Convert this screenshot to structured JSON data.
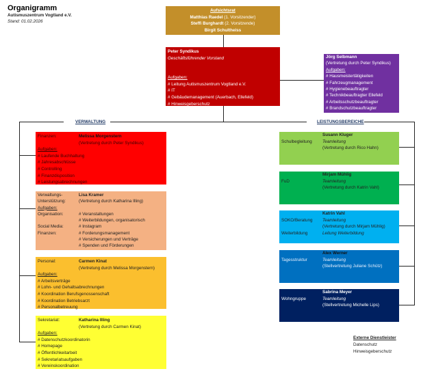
{
  "header": {
    "title": "Organigramm",
    "org": "Autismuszentrum Vogtland e.V.",
    "date": "Stand: 01.02.2026"
  },
  "colors": {
    "board": "#c38f2a",
    "ceo": "#c00000",
    "joerg": "#7030a0",
    "finance": "#ff0000",
    "admin": "#f4b183",
    "personnel": "#fbbf2e",
    "secretary": "#ffff33",
    "school": "#92d050",
    "fud": "#00b050",
    "soko": "#00b0f0",
    "tages": "#0070c0",
    "wohn": "#002060"
  },
  "board": {
    "heading": "Aufsichtsrat",
    "members": [
      {
        "name": "Matthias Raedel",
        "role": "(1. Vorsitzender)"
      },
      {
        "name": "Steffi Burghardt",
        "role": "(2. Vorsitzende)"
      },
      {
        "name": "Birgit Schultheiss",
        "role": ""
      }
    ]
  },
  "ceo": {
    "name": "Peter Syndikus",
    "role": "Geschäftsführender Vorstand",
    "tasks_label": "Aufgaben:",
    "tasks": [
      "# Leitung Autismuszentrum Vogtland e.V.",
      "# IT",
      "# Gebäudemanagement (Auerbach, Ellefeld)",
      "# Hinweisgeberschutz"
    ]
  },
  "joerg": {
    "name": "Jörg Selbmann",
    "deputy": "(Vertretung durch Peter Syndikus)",
    "tasks_label": "Aufgaben:",
    "tasks": [
      "# Hausmeistertätigkeiten",
      "# Fahrzeugmanagement",
      "# Hygienebeauftragter",
      "# Technikbeauftragter Ellefeld",
      "# Arbeitsschutzbeauftragter",
      "# Brandschutzbeauftragter"
    ]
  },
  "sections": {
    "left": "VERWALTUNG",
    "right": "LEISTUNGSBEREICHE"
  },
  "finance": {
    "label": "Finanzen:",
    "name": "Melissa Morgenstern",
    "deputy": "(Vertretung durch Peter Syndikus)",
    "tasks_label": "Aufgaben:",
    "tasks": [
      "# Laufende Buchhaltung",
      "# Jahresabschlüsse",
      "# Controlling",
      "# Finanzdisposition",
      "# Leistungsabrechnungen"
    ]
  },
  "admin": {
    "label1": "Verwaltungs-",
    "label2": "Unterstützung:",
    "name": "Lisa Kramer",
    "deputy": "(Vertretung durch Katharina Illing)",
    "tasks_label": "Aufgaben:",
    "groups": [
      {
        "label": "Organisation:",
        "tasks": [
          "# Veranstaltungen",
          "# Weiterbildungen, organisatorisch"
        ]
      },
      {
        "label": "Social Media:",
        "tasks": [
          "# Instagram"
        ]
      },
      {
        "label": "Finanzen:",
        "tasks": [
          "# Forderungsmanagement",
          "# Versicherungen und Verträge",
          "# Spenden und Förderungen"
        ]
      }
    ]
  },
  "personnel": {
    "label": "Personal:",
    "name": "Carmen Kinat",
    "deputy": "(Vertretung durch Melissa Morgenstern)",
    "tasks_label": "Aufgaben:",
    "tasks": [
      "# Arbeitsverträge",
      "# Lohn- und Gehaltsabrechnungen",
      "# Koordination Berufsgenossenschaft",
      "# Koordination Betriebsarzt",
      "# Personalbetreuung"
    ]
  },
  "secretary": {
    "label": "Sekretariat:",
    "name": "Katharina Illing",
    "deputy": "(Vertretung durch Carmen Kinat)",
    "tasks_label": "Aufgaben:",
    "tasks": [
      "# Datenschutzkoordinatorin",
      "# Homepage",
      "# Öffentlichkeitarbeit",
      "# Sekretariatsaufgaben",
      "# Vereinskoordination"
    ]
  },
  "services": [
    {
      "label": "Schulbegleitung",
      "name": "Susann Kluger",
      "role": "Teamleitung",
      "deputy": "(Vertretung durch Rico Hahn)"
    },
    {
      "label": "FuD",
      "name": "Mirjam Mühlig",
      "role": "Teamleitung",
      "deputy": "(Vertretung durch Katrin Vahl)"
    },
    {
      "label": "SOKO/Beratung",
      "name": "Katrin Vahl",
      "role": "Teamleitung",
      "deputy": "(Vertretung durch Mirjam Mühlig)",
      "label2": "Weiterbildung",
      "role2": "Leitung Weiterbildung"
    },
    {
      "label": "Tagesstruktur",
      "name": "Alex Werner",
      "role": "Teamleitung",
      "deputy": "(Stellvertretung Juliane Schütz)"
    },
    {
      "label": "Wohngruppe",
      "name": "Sabrina Meyer",
      "role": "Teamleitung",
      "deputy": "(Stellvertretung Michelle Lips)"
    }
  ],
  "external": {
    "heading": "Externe Dienstleister",
    "items": [
      "Datenschutz",
      "Hinweisgeberschutz"
    ]
  }
}
